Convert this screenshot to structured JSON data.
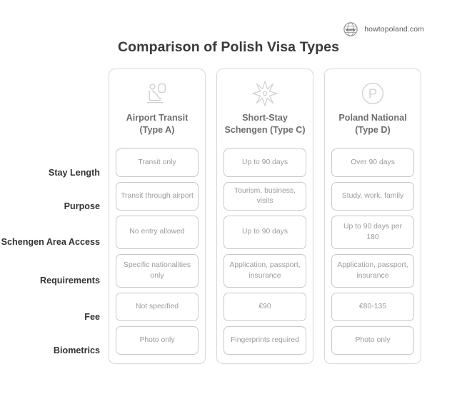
{
  "brand": {
    "icon": "globe-www-icon",
    "text": "howtopoland.com"
  },
  "title": "Comparison of Polish Visa Types",
  "row_labels": [
    "Stay Length",
    "Purpose",
    "Schengen Area Access",
    "Requirements",
    "Fee",
    "Biometrics"
  ],
  "columns": [
    {
      "icon": "airplane-seat-icon",
      "title": "Airport Transit (Type A)",
      "cells": [
        "Transit only",
        "Transit through airport",
        "No entry allowed",
        "Specific nationalities only",
        "Not specified",
        "Photo only"
      ]
    },
    {
      "icon": "compass-star-icon",
      "title": "Short-Stay Schengen (Type C)",
      "cells": [
        "Up to 90 days",
        "Tourism, business, visits",
        "Up to 90 days",
        "Application, passport, insurance",
        "€90",
        "Fingerprints required"
      ]
    },
    {
      "icon": "circled-p-icon",
      "title": "Poland National (Type D)",
      "cells": [
        "Over 90 days",
        "Study, work, family",
        "Up to 90 days per 180",
        "Application, passport, insurance",
        "€80-135",
        "Photo only"
      ]
    }
  ],
  "colors": {
    "title": "#3a3a3a",
    "row_label": "#333333",
    "column_title": "#6f6f6f",
    "cell_text": "#9b9b9b",
    "card_border": "#d8d8d8",
    "cell_border": "#c9c9c9",
    "background": "#ffffff"
  }
}
